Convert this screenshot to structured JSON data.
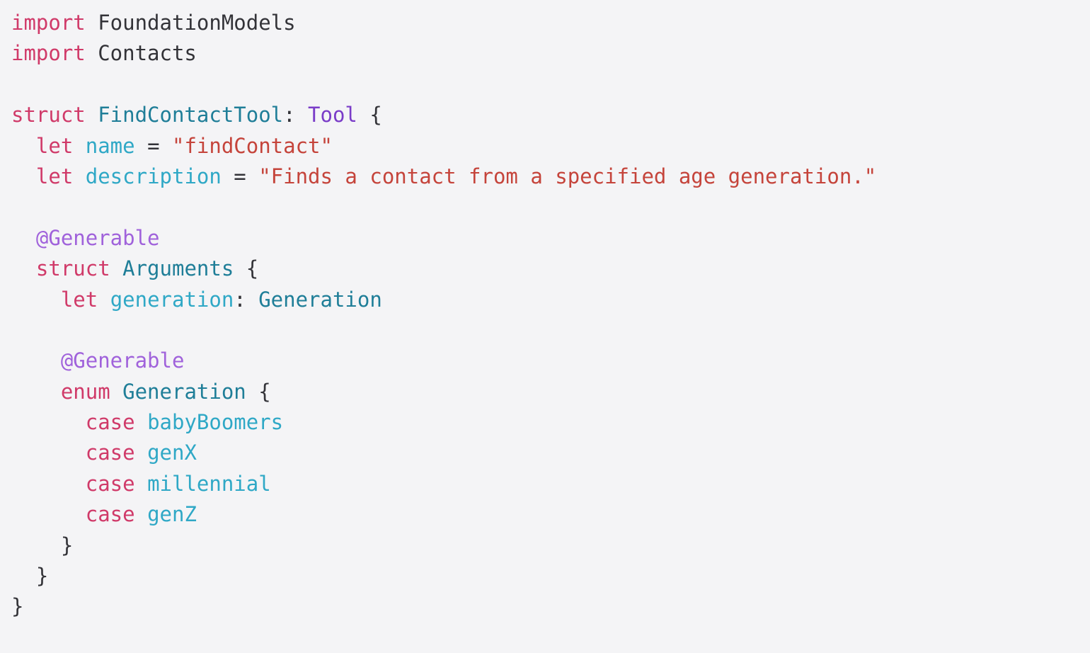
{
  "colors": {
    "background": "#F4F4F6",
    "keyword": "#D03A69",
    "type": "#1F7E98",
    "member": "#2FA8C6",
    "attribute": "#A062DB",
    "protocol": "#7A3CC8",
    "string": "#C5443B",
    "plain": "#333338"
  },
  "code": {
    "language": "swift",
    "lines": [
      {
        "tokens": [
          {
            "t": "import ",
            "c": "keyword"
          },
          {
            "t": "FoundationModels",
            "c": "plain"
          }
        ]
      },
      {
        "tokens": [
          {
            "t": "import ",
            "c": "keyword"
          },
          {
            "t": "Contacts",
            "c": "plain"
          }
        ]
      },
      {
        "tokens": []
      },
      {
        "tokens": [
          {
            "t": "struct ",
            "c": "keyword"
          },
          {
            "t": "FindContactTool",
            "c": "type"
          },
          {
            "t": ": ",
            "c": "plain"
          },
          {
            "t": "Tool",
            "c": "protocol"
          },
          {
            "t": " {",
            "c": "plain"
          }
        ]
      },
      {
        "tokens": [
          {
            "t": "  let ",
            "c": "keyword"
          },
          {
            "t": "name",
            "c": "member"
          },
          {
            "t": " = ",
            "c": "plain"
          },
          {
            "t": "\"findContact\"",
            "c": "string"
          }
        ]
      },
      {
        "tokens": [
          {
            "t": "  let ",
            "c": "keyword"
          },
          {
            "t": "description",
            "c": "member"
          },
          {
            "t": " = ",
            "c": "plain"
          },
          {
            "t": "\"Finds a contact from a specified age generation.\"",
            "c": "string"
          }
        ]
      },
      {
        "tokens": []
      },
      {
        "tokens": [
          {
            "t": "  ",
            "c": "plain"
          },
          {
            "t": "@Generable",
            "c": "attribute"
          }
        ]
      },
      {
        "tokens": [
          {
            "t": "  struct ",
            "c": "keyword"
          },
          {
            "t": "Arguments",
            "c": "type"
          },
          {
            "t": " {",
            "c": "plain"
          }
        ]
      },
      {
        "tokens": [
          {
            "t": "    let ",
            "c": "keyword"
          },
          {
            "t": "generation",
            "c": "member"
          },
          {
            "t": ": ",
            "c": "plain"
          },
          {
            "t": "Generation",
            "c": "type"
          }
        ]
      },
      {
        "tokens": []
      },
      {
        "tokens": [
          {
            "t": "    ",
            "c": "plain"
          },
          {
            "t": "@Generable",
            "c": "attribute"
          }
        ]
      },
      {
        "tokens": [
          {
            "t": "    enum ",
            "c": "keyword"
          },
          {
            "t": "Generation",
            "c": "type"
          },
          {
            "t": " {",
            "c": "plain"
          }
        ]
      },
      {
        "tokens": [
          {
            "t": "      case ",
            "c": "keyword"
          },
          {
            "t": "babyBoomers",
            "c": "member"
          }
        ]
      },
      {
        "tokens": [
          {
            "t": "      case ",
            "c": "keyword"
          },
          {
            "t": "genX",
            "c": "member"
          }
        ]
      },
      {
        "tokens": [
          {
            "t": "      case ",
            "c": "keyword"
          },
          {
            "t": "millennial",
            "c": "member"
          }
        ]
      },
      {
        "tokens": [
          {
            "t": "      case ",
            "c": "keyword"
          },
          {
            "t": "genZ",
            "c": "member"
          }
        ]
      },
      {
        "tokens": [
          {
            "t": "    }",
            "c": "plain"
          }
        ]
      },
      {
        "tokens": [
          {
            "t": "  }",
            "c": "plain"
          }
        ]
      },
      {
        "tokens": [
          {
            "t": "}",
            "c": "plain"
          }
        ]
      }
    ]
  }
}
